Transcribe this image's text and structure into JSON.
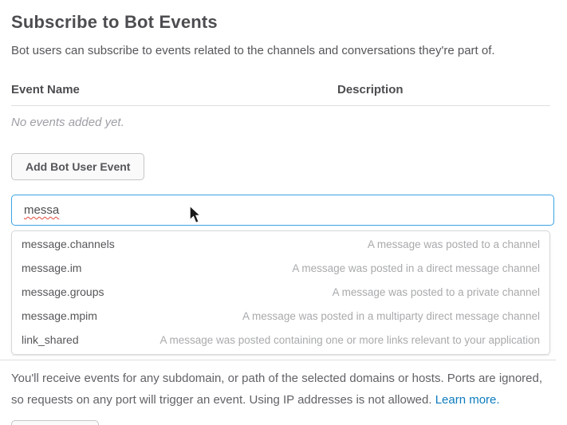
{
  "header": {
    "title": "Subscribe to Bot Events",
    "subtitle": "Bot users can subscribe to events related to the channels and conversations they're part of."
  },
  "events_table": {
    "columns": [
      "Event Name",
      "Description"
    ],
    "empty_message": "No events added yet."
  },
  "toolbar": {
    "add_event_label": "Add Bot User Event"
  },
  "event_search": {
    "value": "messa",
    "suggestions": [
      {
        "name": "message.channels",
        "description": "A message was posted to a channel"
      },
      {
        "name": "message.im",
        "description": "A message was posted in a direct message channel"
      },
      {
        "name": "message.groups",
        "description": "A message was posted to a private channel"
      },
      {
        "name": "message.mpim",
        "description": "A message was posted in a multiparty direct message channel"
      },
      {
        "name": "link_shared",
        "description": "A message was posted containing one or more links relevant to your application"
      }
    ]
  },
  "footer": {
    "note": "You'll receive events for any subdomain, or path of the selected domains or hosts. Ports are ignored, so requests on any port will trigger an event. Using IP addresses is not allowed. ",
    "link_label": "Learn more."
  },
  "colors": {
    "accent_blue": "#3aa3e3",
    "link_blue": "#0b7bbd",
    "heading_text": "#4d4d51",
    "muted_text": "#9ea0a6"
  }
}
